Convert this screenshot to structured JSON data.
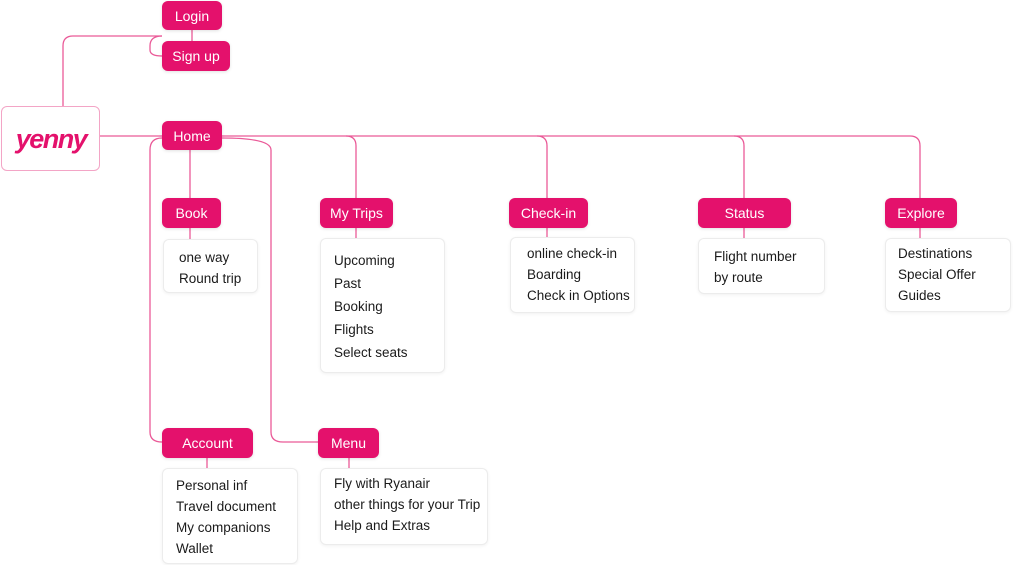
{
  "brand": {
    "logo_text": "yenny",
    "accent": "#e4116c",
    "line_color": "#ea5a98"
  },
  "auth": {
    "login": "Login",
    "signup": "Sign up"
  },
  "home": {
    "label": "Home"
  },
  "sections": {
    "book": {
      "title": "Book",
      "items": [
        "one way",
        "Round trip"
      ]
    },
    "my_trips": {
      "title": "My Trips",
      "items": [
        "Upcoming",
        "Past",
        "Booking",
        "Flights",
        "Select seats"
      ]
    },
    "check_in": {
      "title": "Check-in",
      "items": [
        "online check-in",
        "Boarding",
        "Check in Options"
      ]
    },
    "status": {
      "title": "Status",
      "items": [
        "Flight number",
        "by route"
      ]
    },
    "explore": {
      "title": "Explore",
      "items": [
        "Destinations",
        "Special Offer",
        "Guides"
      ]
    },
    "account": {
      "title": "Account",
      "items": [
        "Personal inf",
        "Travel document",
        "My companions",
        "Wallet"
      ]
    },
    "menu": {
      "title": "Menu",
      "items": [
        "Fly with Ryanair",
        "other things for your Trip",
        "Help and Extras"
      ]
    }
  }
}
